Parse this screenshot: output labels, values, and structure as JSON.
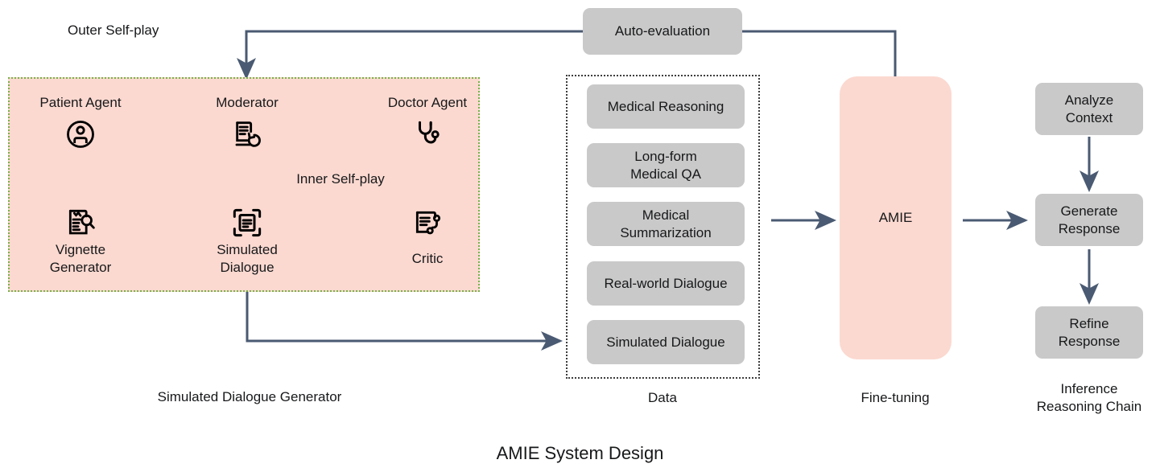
{
  "figure": {
    "caption": "AMIE System Design",
    "accent_pink": "#fbd9d0",
    "accent_gray": "#c9c9c9",
    "arrow_color": "#4a5a72",
    "group_border_green": "#7ab04a",
    "group_border_dark": "#3c3c3c"
  },
  "annotations": {
    "outer_self_play": "Outer Self-play",
    "inner_self_play": "Inner Self-play"
  },
  "auto_evaluation": {
    "label": "Auto-evaluation"
  },
  "simulated_dialogue_generator": {
    "group_label": "Simulated Dialogue Generator",
    "nodes": [
      {
        "label": "Patient Agent",
        "icon": "account-circle-icon",
        "label_position": "above"
      },
      {
        "label": "Moderator",
        "icon": "document-refresh-icon",
        "label_position": "above"
      },
      {
        "label": "Doctor Agent",
        "icon": "stethoscope-icon",
        "label_position": "above"
      },
      {
        "label": "Vignette\nGenerator",
        "icon": "document-search-icon",
        "label_position": "below"
      },
      {
        "label": "Simulated\nDialogue",
        "icon": "document-scan-icon",
        "label_position": "below"
      },
      {
        "label": "Critic",
        "icon": "document-branch-icon",
        "label_position": "below"
      }
    ]
  },
  "data": {
    "group_label": "Data",
    "items": [
      {
        "label": "Medical Reasoning"
      },
      {
        "label": "Long-form\nMedical QA"
      },
      {
        "label": "Medical\nSummarization"
      },
      {
        "label": "Real-world Dialogue"
      },
      {
        "label": "Simulated Dialogue"
      }
    ]
  },
  "fine_tuning": {
    "group_label": "Fine-tuning",
    "model_label": "AMIE"
  },
  "inference_reasoning_chain": {
    "group_label": "Inference\nReasoning Chain",
    "steps": [
      {
        "label": "Analyze\nContext"
      },
      {
        "label": "Generate\nResponse"
      },
      {
        "label": "Refine\nResponse"
      }
    ]
  }
}
